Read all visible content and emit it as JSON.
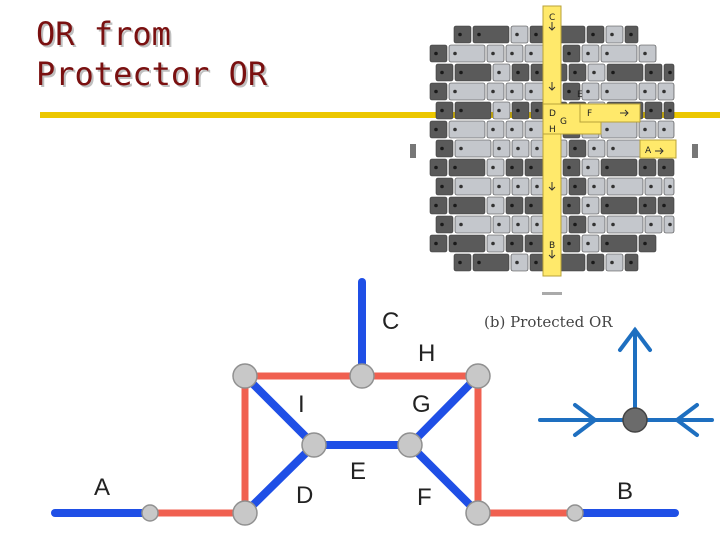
{
  "slide": {
    "title_line1": "OR from",
    "title_line2": "Protector OR"
  },
  "puzzle_figure": {
    "caption": "(b) Protected OR",
    "block_labels": [
      "C",
      "D",
      "F",
      "H",
      "E",
      "G",
      "A",
      "B"
    ],
    "colors": {
      "dark_block": "#5a5a5a",
      "light_block": "#c4c7cc",
      "highlight_block": "#ffe96b"
    }
  },
  "graph_diagram": {
    "labels": {
      "A": "A",
      "B": "B",
      "C": "C",
      "D": "D",
      "E": "E",
      "F": "F",
      "G": "G",
      "H": "H",
      "I": "I"
    },
    "colors": {
      "blue_edge": "#1f4fe6",
      "red_edge": "#f06050",
      "node_fill": "#c8c8c8",
      "node_stroke": "#909090"
    }
  },
  "or_symbol": {
    "colors": {
      "line": "#1e6fc0",
      "node_fill": "#6b6b6b"
    }
  }
}
